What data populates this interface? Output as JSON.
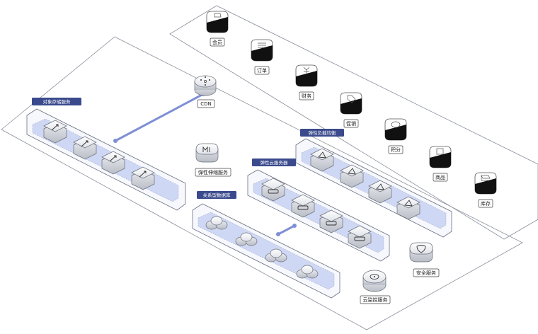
{
  "groups": {
    "object_storage": "对象存储服务",
    "load_balancer": "弹性负载均衡",
    "cloud_server": "弹性云服务器",
    "database": "关系型数据库"
  },
  "nodes": {
    "cdn": "CDN",
    "autoscaling": "弹性伸缩服务",
    "security": "安全服务",
    "monitor": "云监控服务"
  },
  "modules": [
    "会员",
    "订单",
    "财务",
    "促销",
    "积分",
    "商品",
    "库存"
  ],
  "colors": {
    "accent": "#3a4a8c",
    "connector": "#7f8fd6",
    "platform_floor": "#cdd6f3",
    "frame": "#8a8f9c"
  }
}
